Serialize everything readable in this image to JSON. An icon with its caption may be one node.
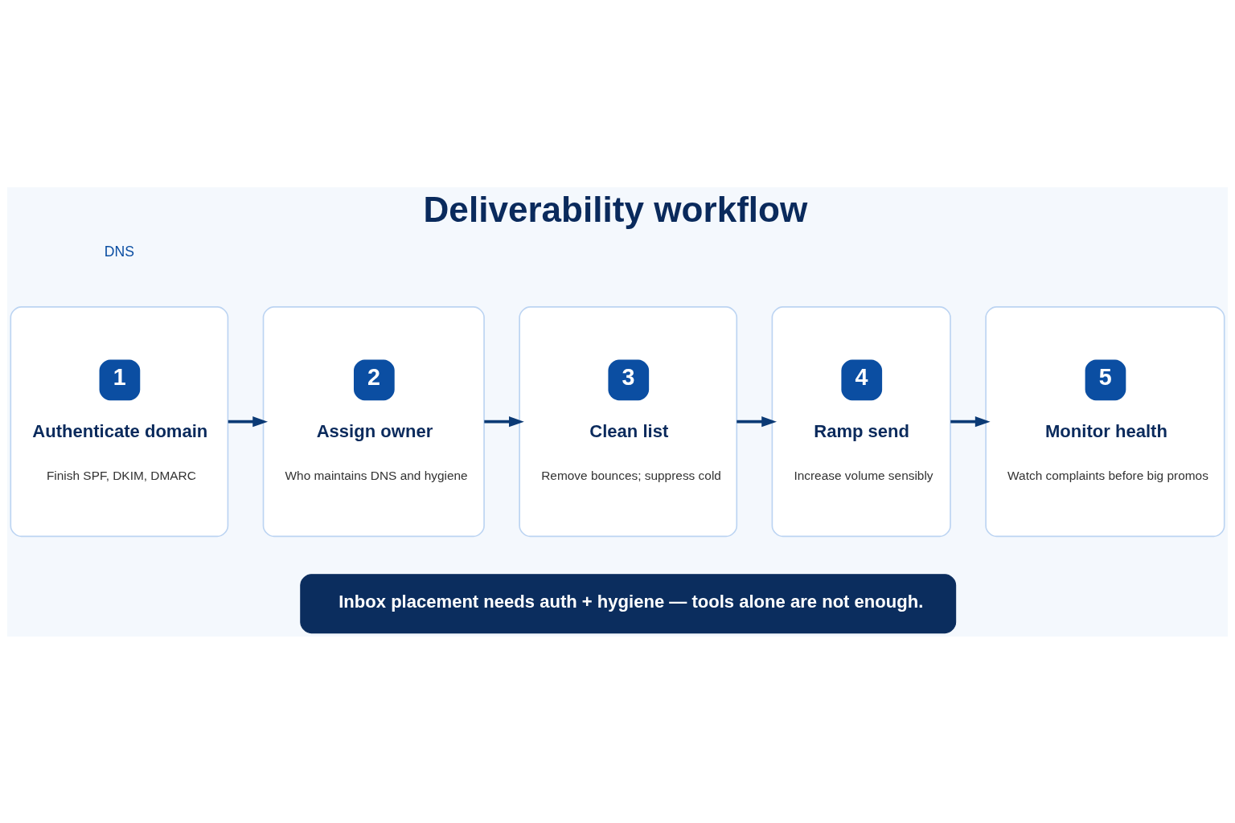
{
  "diagram": {
    "title": "Deliverability workflow",
    "nodes": [
      {
        "text": [
          "1",
          "Authenticate domain",
          "Finish SPF, DKIM, DMARC"
        ]
      },
      {
        "text": [
          "2",
          "Assign owner",
          "Who maintains DNS and hygiene"
        ]
      },
      {
        "text": [
          "3",
          "Clean list",
          "Remove bounces; suppress cold"
        ]
      },
      {
        "text": [
          "4",
          "Ramp send",
          "Increase volume sensibly"
        ]
      },
      {
        "text": [
          "5",
          "Monitor health",
          "Watch complaints before big promos"
        ]
      },
      {
        "text": [
          "Inbox placement needs auth + hygiene — tools alone are not enough."
        ]
      }
    ],
    "edges": [
      {
        "from": 0,
        "to": 1,
        "arrow": "to"
      },
      {
        "from": 1,
        "to": 2,
        "arrow": "to"
      },
      {
        "from": 2,
        "to": 3,
        "arrow": "to"
      },
      {
        "from": 3,
        "to": 4,
        "arrow": "to"
      }
    ],
    "labels": [
      "DNS"
    ]
  }
}
